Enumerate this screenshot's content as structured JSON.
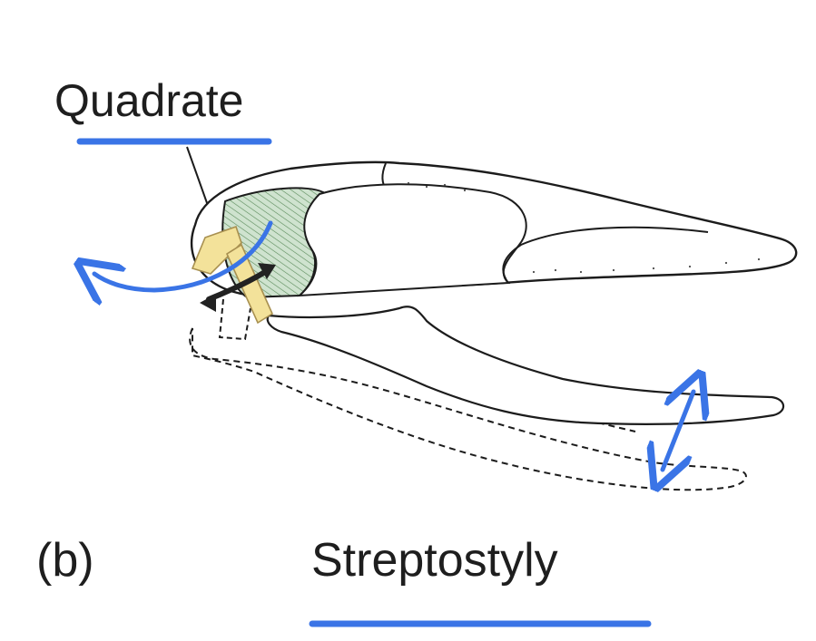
{
  "labels": {
    "quadrate": "Quadrate",
    "panel": "(b)",
    "title": "Streptostyly"
  },
  "colors": {
    "annotation_blue": "#3a74e6",
    "quadrate_fill": "#f3e29a",
    "hatch_green": "#cfe3cf",
    "outline": "#1c1c1c",
    "dark_arrow": "#222222"
  },
  "icons": {
    "rotation_arrow": "double-headed-curved-arrow",
    "jaw_movement_arrow": "double-headed-arrow"
  }
}
